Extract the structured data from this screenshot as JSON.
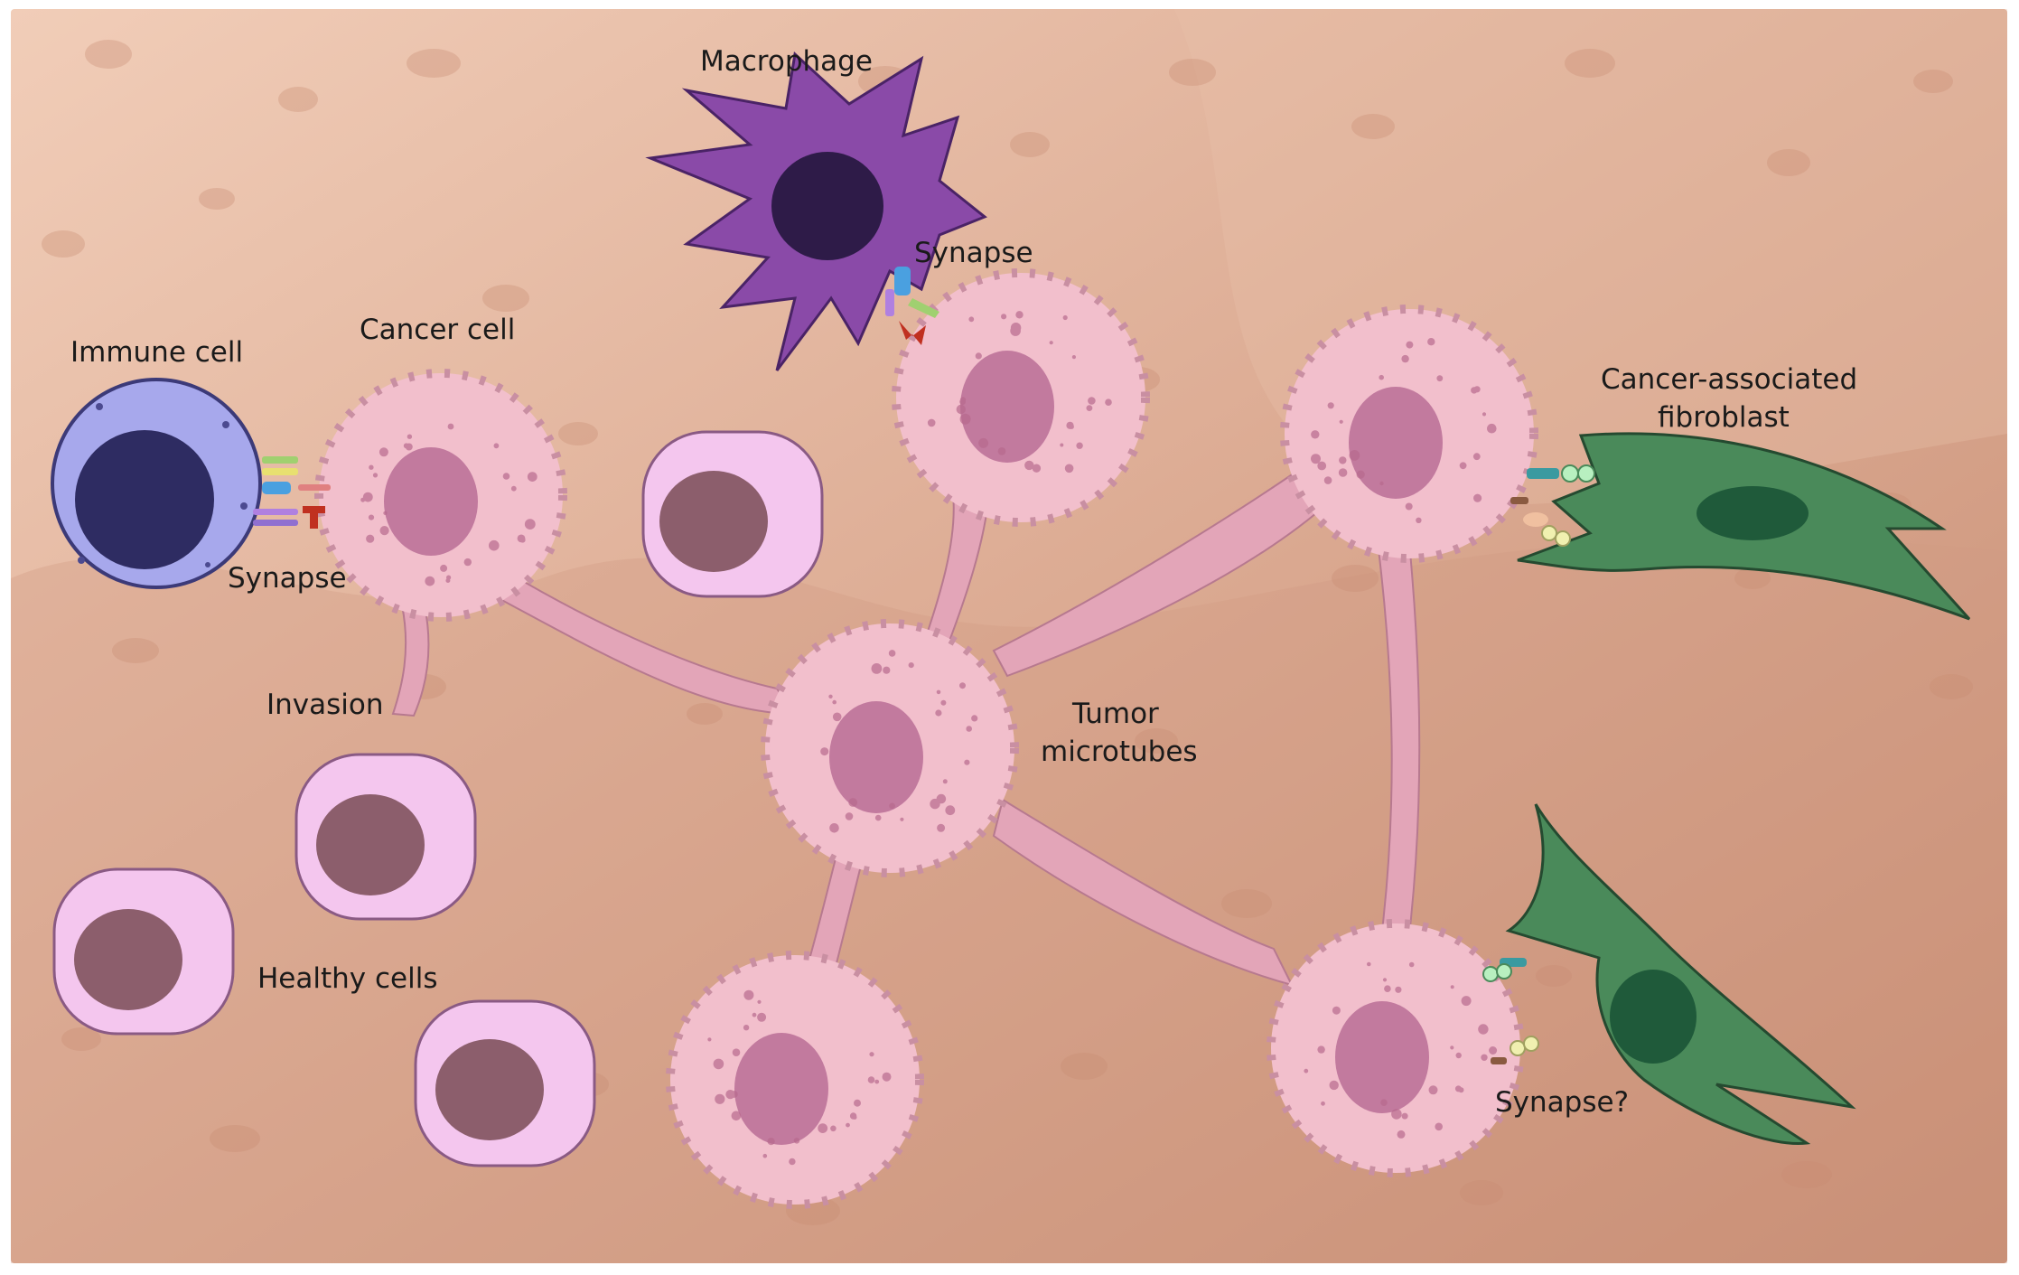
{
  "labels": {
    "macrophage": "Macrophage",
    "synapse_macrophage": "Synapse",
    "immune_cell": "Immune cell",
    "cancer_cell": "Cancer cell",
    "synapse_immune": "Synapse",
    "invasion": "Invasion",
    "tumor_line1": "Tumor",
    "tumor_line2": "microtubes",
    "caf_line1": "Cancer-associated",
    "caf_line2": "fibroblast",
    "healthy_cells": "Healthy cells",
    "synapse_question": "Synapse?"
  },
  "colors": {
    "background": "#d9a690",
    "cancer_cell": "#f2bfcc",
    "cancer_nucleus": "#c27a9e",
    "healthy_cell": "#f4c6ee",
    "healthy_nucleus": "#8c5e6c",
    "immune_cell": "#a7a8ec",
    "immune_nucleus": "#2e2c62",
    "macrophage": "#8a4aa8",
    "macrophage_nucleus": "#2e1b48",
    "fibroblast": "#4a8a5a",
    "fibroblast_nucleus": "#1f5a3a",
    "microtube": "#e0a0b4"
  }
}
